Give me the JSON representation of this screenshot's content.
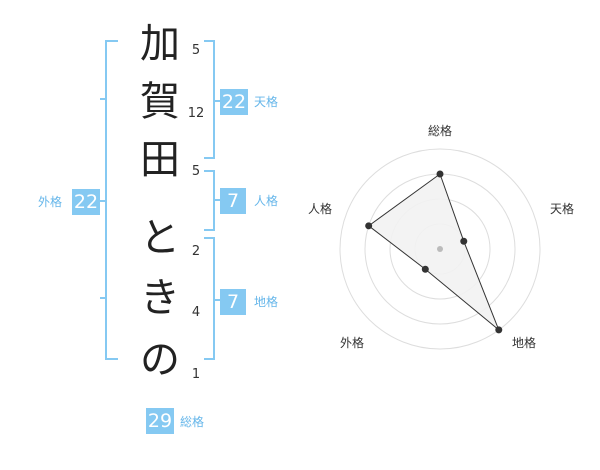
{
  "name": {
    "characters": [
      "加",
      "賀",
      "田",
      "と",
      "き",
      "の"
    ],
    "strokes": [
      "5",
      "12",
      "5",
      "2",
      "4",
      "1"
    ]
  },
  "fortune": {
    "tenkaku": {
      "value": "22",
      "label": "天格"
    },
    "jinkaku": {
      "value": "7",
      "label": "人格"
    },
    "chikaku": {
      "value": "7",
      "label": "地格"
    },
    "gaikaku": {
      "value": "22",
      "label": "外格"
    },
    "soukaku": {
      "value": "29",
      "label": "総格"
    }
  },
  "colors": {
    "bracket": "#85c9f2",
    "badge": "#85c9f2",
    "label": "#65b6ea",
    "ring": "#dddddd",
    "polygon_fill": "#f2f2f2",
    "polygon_stroke": "#333333",
    "point": "#333333",
    "center": "#bbbbbb"
  },
  "chart_data": {
    "type": "radar",
    "axes": [
      "総格",
      "天格",
      "地格",
      "外格",
      "人格"
    ],
    "values": [
      3,
      1,
      4,
      1,
      3
    ],
    "max": 4,
    "rings": 4
  }
}
